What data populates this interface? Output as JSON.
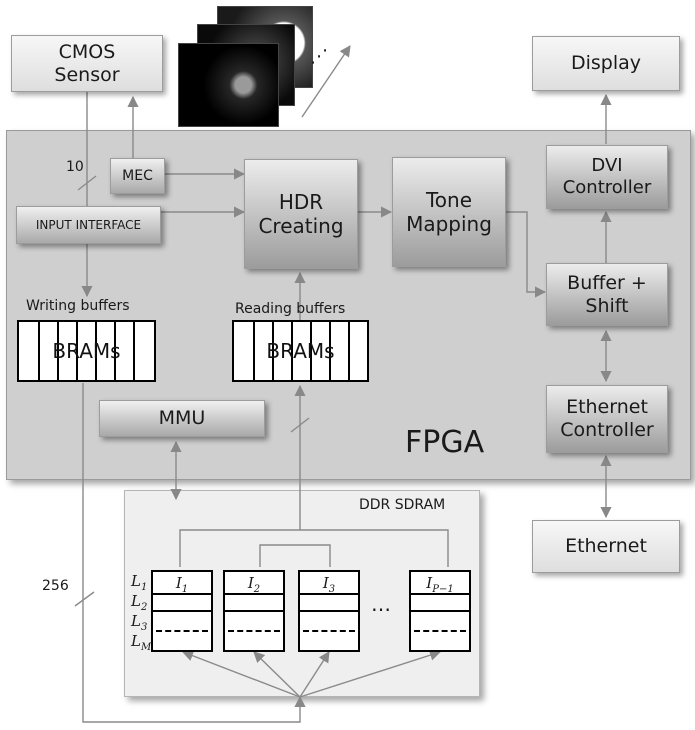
{
  "blocks": {
    "cmos_line1": "CMOS",
    "cmos_line2": "Sensor",
    "display": "Display",
    "mec": "MEC",
    "input_interface": "INPUT INTERFACE",
    "hdr_line1": "HDR",
    "hdr_line2": "Creating",
    "tone_line1": "Tone",
    "tone_line2": "Mapping",
    "dvi_line1": "DVI",
    "dvi_line2": "Controller",
    "buffer_line1": "Buffer +",
    "buffer_line2": "Shift",
    "eth_ctrl_line1": "Ethernet",
    "eth_ctrl_line2": "Controller",
    "mmu": "MMU",
    "fpga": "FPGA",
    "ethernet": "Ethernet",
    "ddr": "DDR SDRAM"
  },
  "buffers": {
    "writing_title": "Writing buffers",
    "reading_title": "Reading buffers",
    "bram_label": "BRAMs"
  },
  "bus_widths": {
    "input": "10",
    "memory": "256"
  },
  "memory": {
    "rows": [
      "L1",
      "L2",
      "L3",
      "LM"
    ],
    "rows_sub": [
      "1",
      "2",
      "3",
      "M"
    ],
    "images": [
      "I1",
      "I2",
      "I3",
      "IP-1"
    ],
    "images_sub": [
      "1",
      "2",
      "3",
      "P−1"
    ],
    "ellipsis": "…",
    "images_ellipsis": "⋰"
  },
  "colors": {
    "fpga_bg": "#cfcfcf",
    "box_border": "#9c9c9c",
    "arrow": "#888888"
  }
}
